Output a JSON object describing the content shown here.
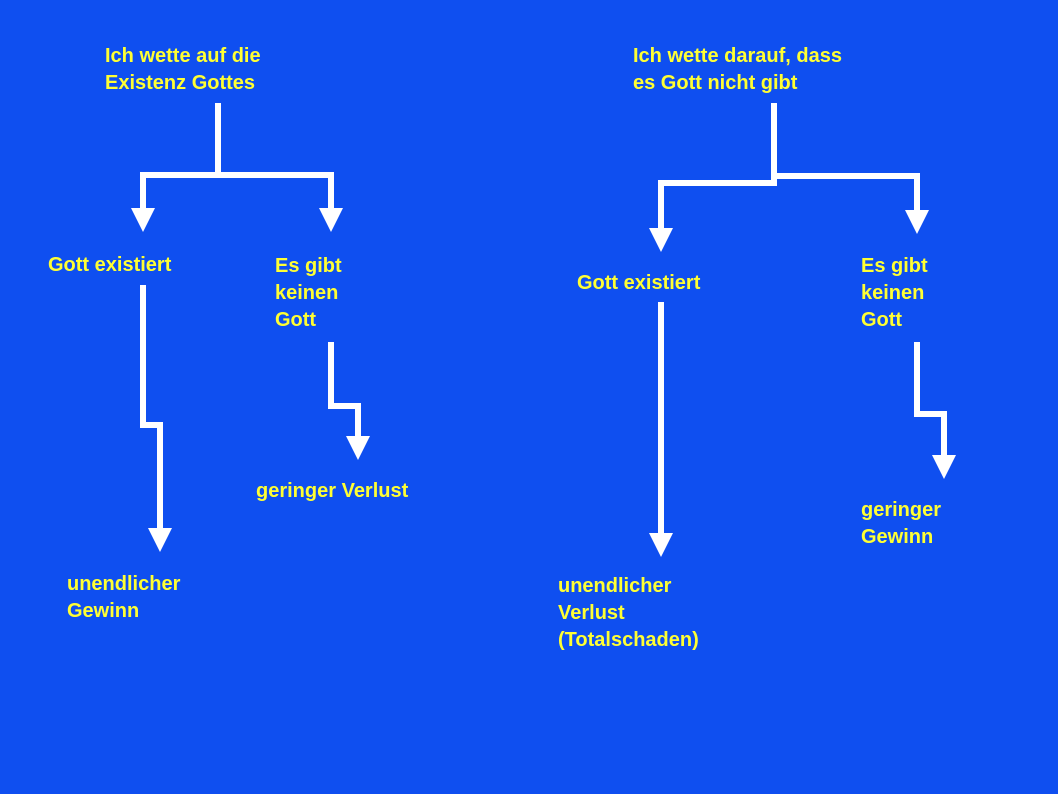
{
  "colors": {
    "background": "#0f4ff0",
    "text": "#ffff33",
    "connector": "#ffffff"
  },
  "left_tree": {
    "root": {
      "line1": "Ich wette auf die",
      "line2": "Existenz Gottes"
    },
    "branch_god_exists": {
      "label": "Gott existiert",
      "outcome": {
        "line1": "unendlicher",
        "line2": "Gewinn"
      }
    },
    "branch_no_god": {
      "line1": "Es gibt",
      "line2": "keinen",
      "line3": "Gott",
      "outcome": "geringer Verlust"
    }
  },
  "right_tree": {
    "root": {
      "line1": "Ich wette darauf, dass",
      "line2": "es Gott nicht gibt"
    },
    "branch_god_exists": {
      "label": "Gott existiert",
      "outcome": {
        "line1": "unendlicher",
        "line2": "Verlust",
        "line3": "(Totalschaden)"
      }
    },
    "branch_no_god": {
      "line1": "Es gibt",
      "line2": "keinen",
      "line3": "Gott",
      "outcome": {
        "line1": "geringer",
        "line2": "Gewinn"
      }
    }
  }
}
